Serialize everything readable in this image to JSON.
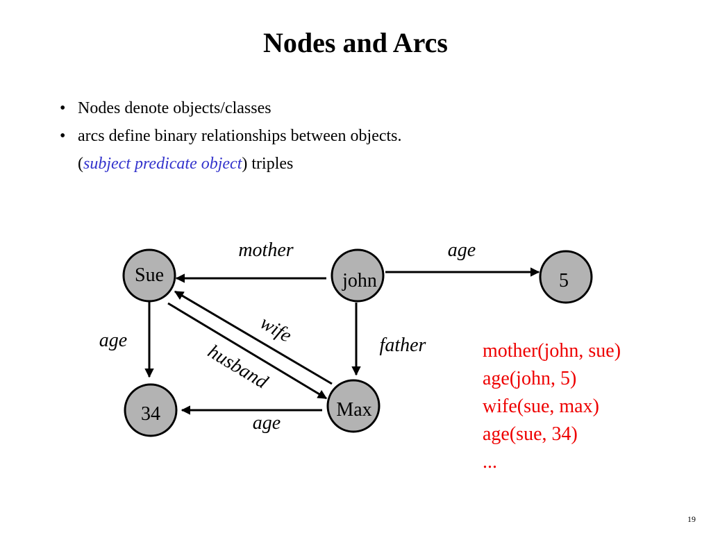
{
  "slide": {
    "title": "Nodes and Arcs",
    "bullets": [
      "Nodes denote objects/classes",
      "arcs define binary relationships between objects."
    ],
    "bullet_marker": "•",
    "triple_line": {
      "open": "(",
      "emphasis": "subject predicate object",
      "close": ") triples"
    },
    "emphasis_color": "#3333cc",
    "page_number": "19"
  },
  "graph": {
    "node_fill": "#b3b3b3",
    "nodes": {
      "sue": "Sue",
      "john": "john",
      "five": "5",
      "thirtyfour": "34",
      "max": "Max"
    },
    "edges": {
      "mother": "mother",
      "age_john": "age",
      "age_sue": "age",
      "father": "father",
      "wife": "wife",
      "husband": "husband",
      "age_max": "age"
    }
  },
  "triples": {
    "color": "#ee0000",
    "lines": [
      "mother(john, sue)",
      "age(john, 5)",
      "wife(sue, max)",
      "age(sue, 34)",
      "..."
    ]
  }
}
